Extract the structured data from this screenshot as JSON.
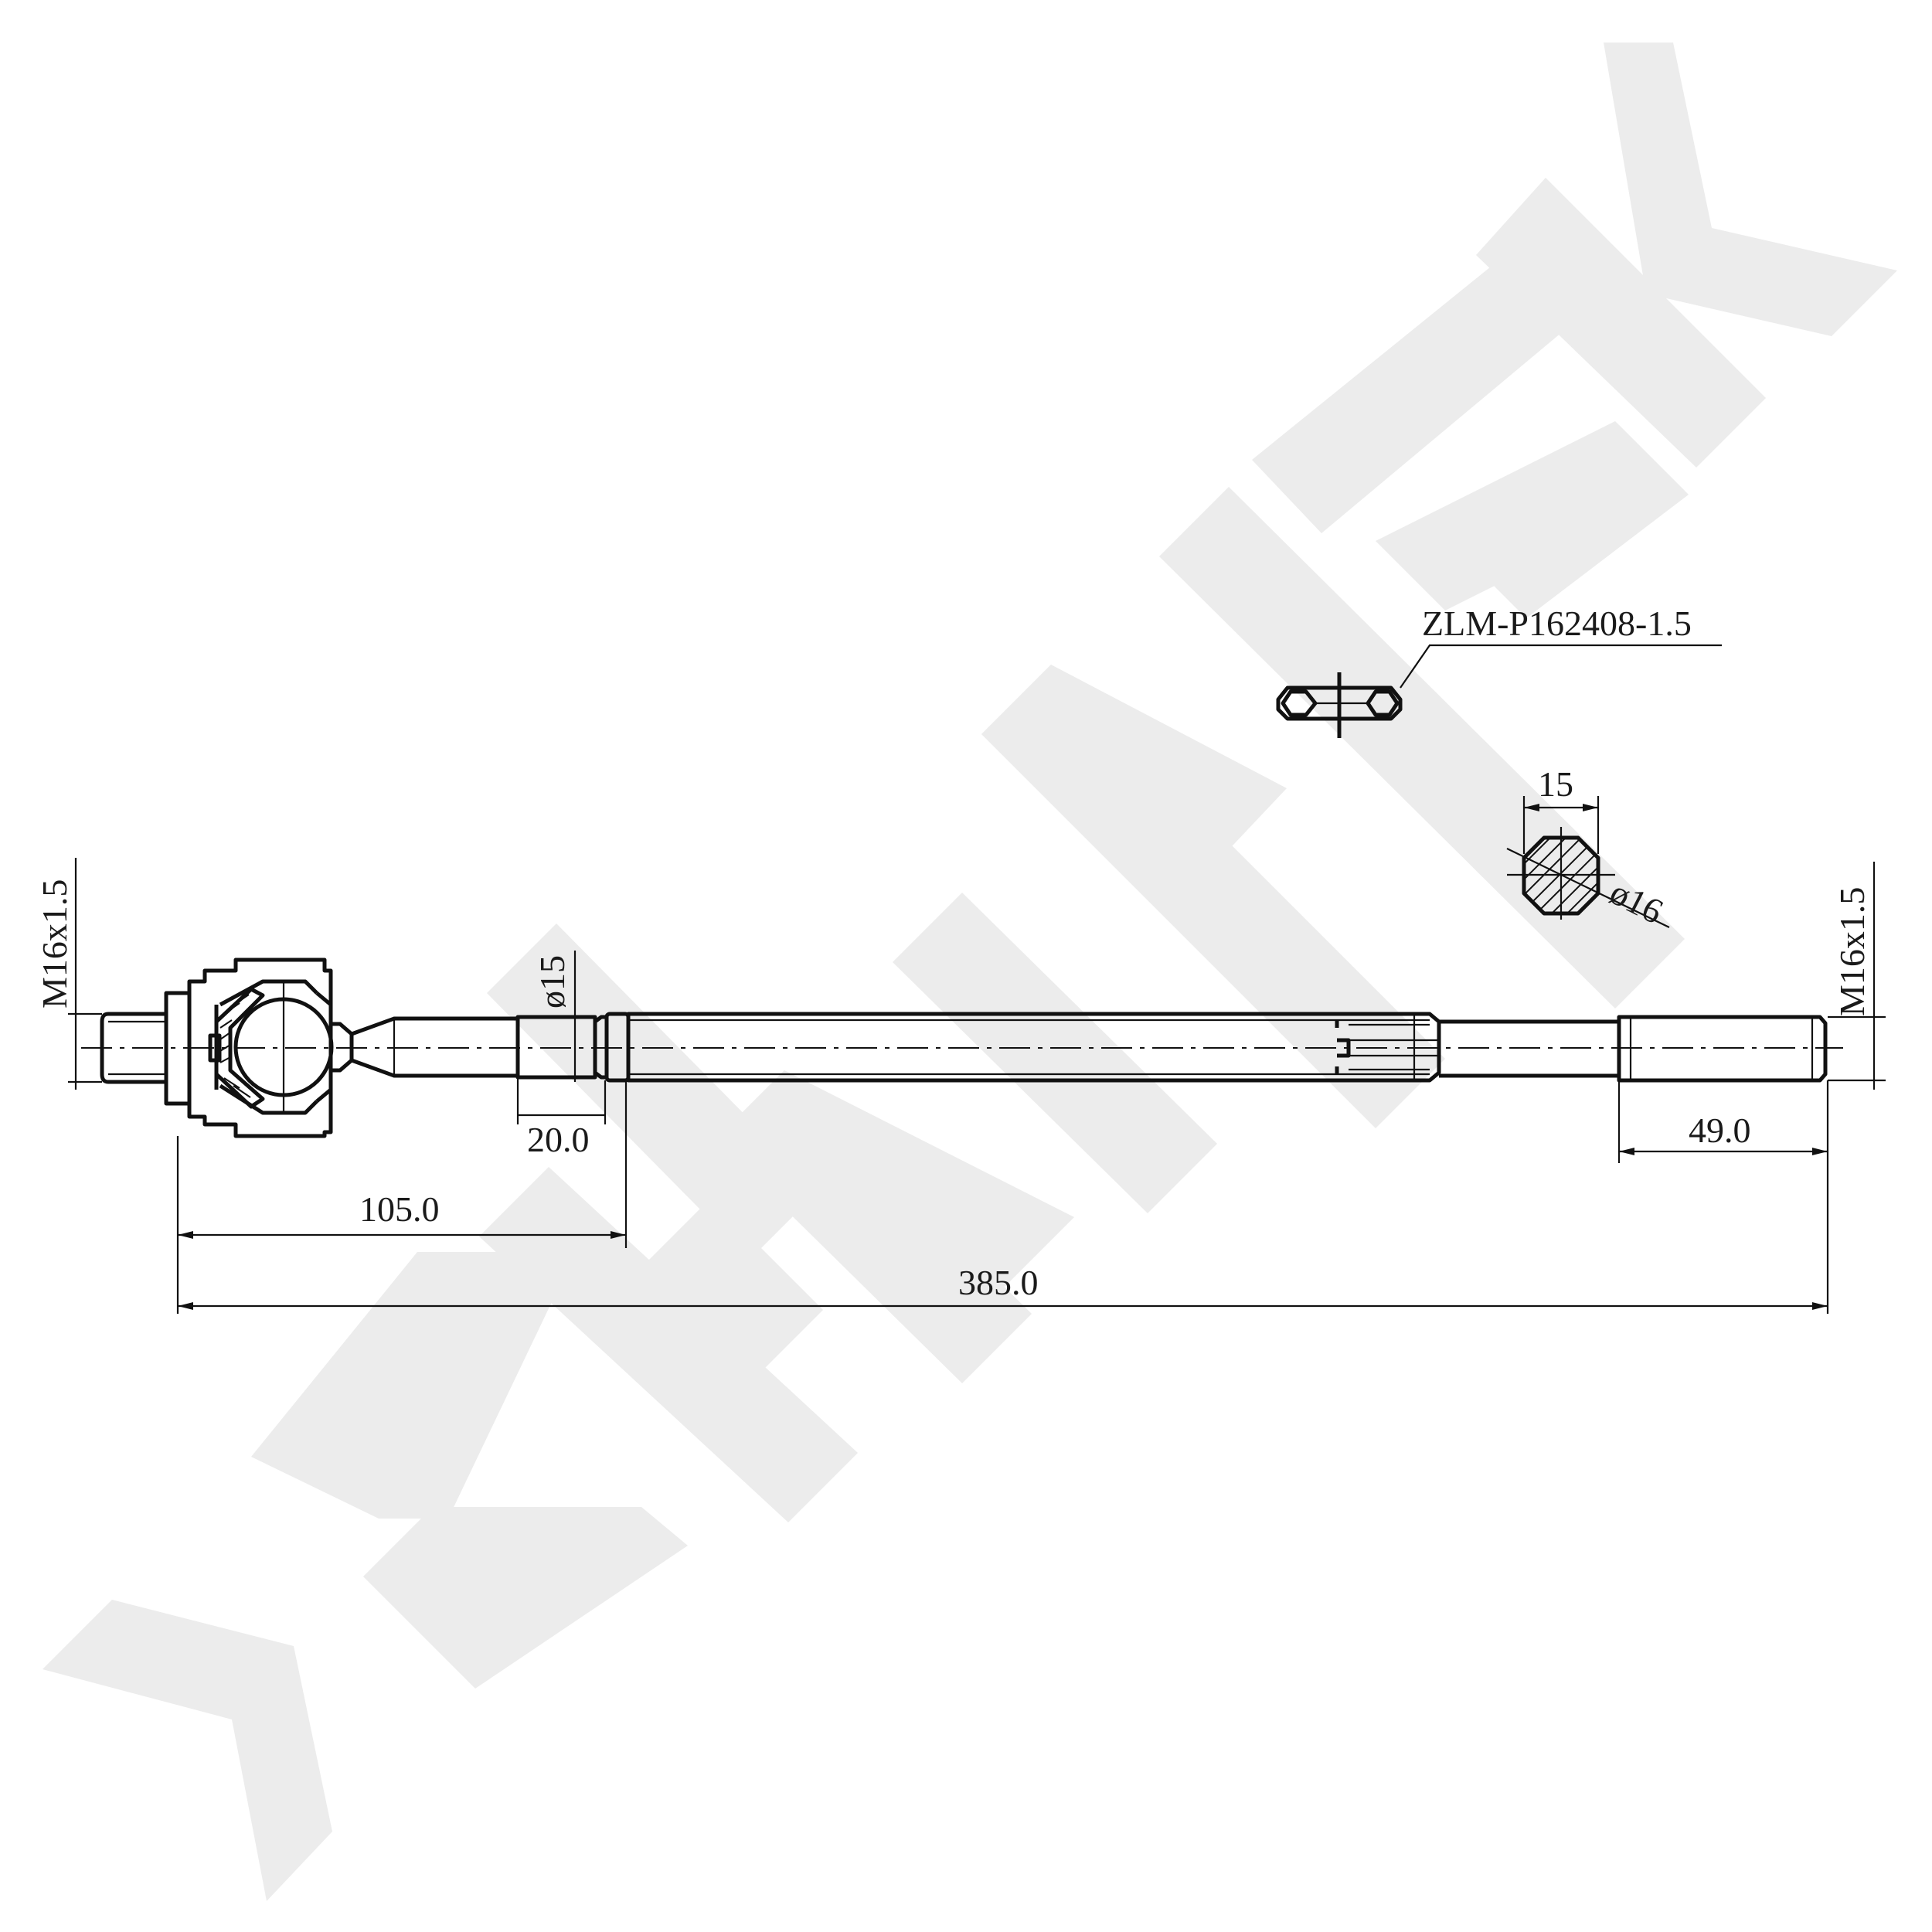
{
  "watermark": {
    "brand": "ZENWEK",
    "color": "#ECECEC"
  },
  "part_number": "ZLM-P162408-1.5",
  "dimensions": {
    "thread_left": "M16x1.5",
    "thread_right": "M16x1.5",
    "diameter_15": "ø15",
    "length_20": "20.0",
    "length_105": "105.0",
    "length_385": "385.0",
    "length_49": "49.0",
    "section_width": "15",
    "section_diameter": "ø16"
  },
  "colors": {
    "line": "#111111",
    "background": "#FFFFFF"
  }
}
